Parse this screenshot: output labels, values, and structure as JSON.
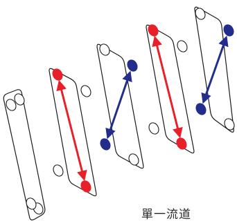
{
  "caption": "單一流道",
  "colors": {
    "plate_stroke": "#1a1a1a",
    "plate_fill": "#ffffff",
    "red_flow": "#e8202a",
    "blue_flow": "#232d8c"
  },
  "plates": [
    {
      "name": "plate-1",
      "flow": "none"
    },
    {
      "name": "plate-2",
      "flow": "red",
      "from": "top-left",
      "to": "bottom-right"
    },
    {
      "name": "plate-3",
      "flow": "blue",
      "from": "bottom-left",
      "to": "top-right"
    },
    {
      "name": "plate-4",
      "flow": "red",
      "from": "top-left",
      "to": "bottom-right"
    },
    {
      "name": "plate-5",
      "flow": "blue",
      "from": "bottom-left",
      "to": "top-right"
    }
  ]
}
